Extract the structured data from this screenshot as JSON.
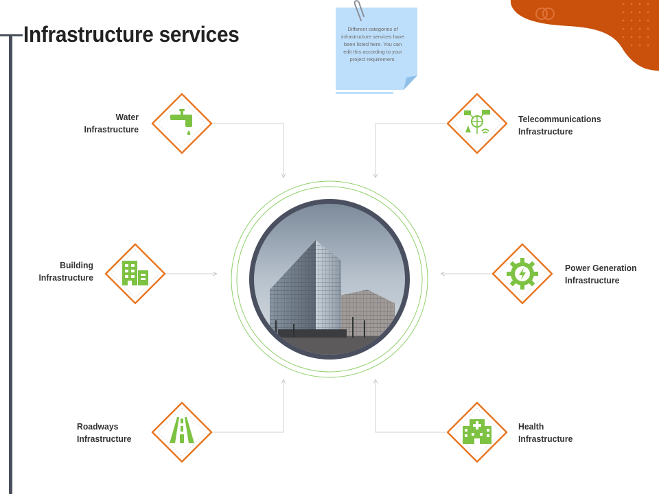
{
  "title": "Infrastructure services",
  "note": {
    "text": "Different categories of infrastructure services have been listed here. You can edit this according to your project requirement."
  },
  "items": [
    {
      "id": "water",
      "line1": "Water",
      "line2": "Infrastructure",
      "icon": "water-tap-icon"
    },
    {
      "id": "building",
      "line1": "Building",
      "line2": "Infrastructure",
      "icon": "building-icon"
    },
    {
      "id": "roadways",
      "line1": "Roadways",
      "line2": "Infrastructure",
      "icon": "road-icon"
    },
    {
      "id": "telecom",
      "line1": "Telecommunications",
      "line2": "Infrastructure",
      "icon": "telecom-network-icon"
    },
    {
      "id": "power",
      "line1": "Power Generation",
      "line2": "Infrastructure",
      "icon": "power-gear-icon"
    },
    {
      "id": "health",
      "line1": "Health",
      "line2": "Infrastructure",
      "icon": "hospital-icon"
    }
  ],
  "colors": {
    "orange": "#E87722",
    "green": "#7DC242",
    "dark_ring": "#4A5060",
    "note_blue": "#BEDFFB",
    "accent_blob": "#C9510C"
  }
}
